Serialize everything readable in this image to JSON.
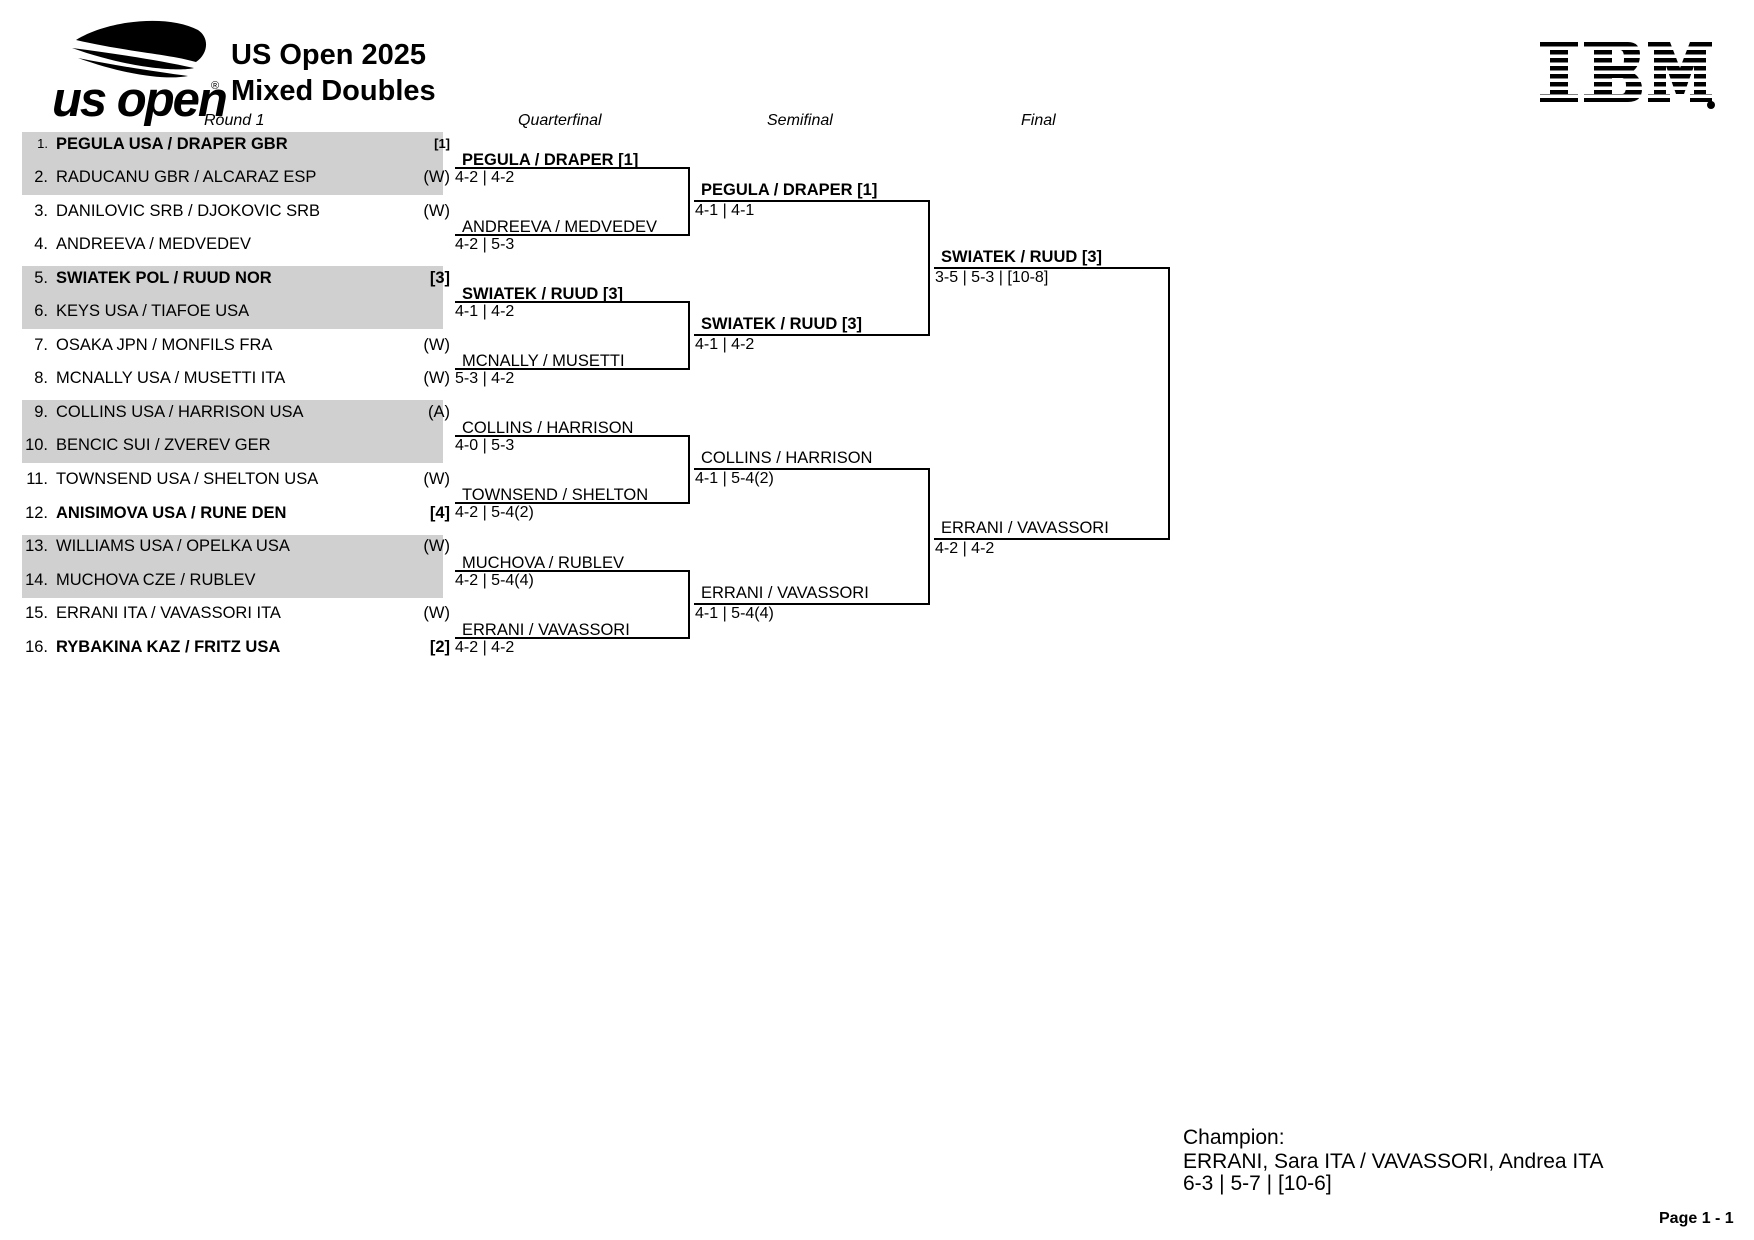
{
  "header": {
    "logo_text": "us open",
    "logo_reg": "®",
    "title_line1": "US Open 2025",
    "title_line2": "Mixed Doubles",
    "sponsor_logo": "IBM"
  },
  "rounds": [
    "Round 1",
    "Quarterfinal",
    "Semifinal",
    "Final"
  ],
  "draw": [
    {
      "num": "1.",
      "name": "PEGULA USA / DRAPER GBR",
      "tag": "[1]"
    },
    {
      "num": "2.",
      "name": "RADUCANU GBR / ALCARAZ ESP",
      "tag": "(W)"
    },
    {
      "num": "3.",
      "name": "DANILOVIC SRB / DJOKOVIC SRB",
      "tag": "(W)"
    },
    {
      "num": "4.",
      "name": "ANDREEVA / MEDVEDEV",
      "tag": ""
    },
    {
      "num": "5.",
      "name": "SWIATEK POL / RUUD NOR",
      "tag": "[3]"
    },
    {
      "num": "6.",
      "name": "KEYS USA / TIAFOE USA",
      "tag": ""
    },
    {
      "num": "7.",
      "name": "OSAKA JPN / MONFILS FRA",
      "tag": "(W)"
    },
    {
      "num": "8.",
      "name": "MCNALLY USA / MUSETTI ITA",
      "tag": "(W)"
    },
    {
      "num": "9.",
      "name": "COLLINS USA / HARRISON USA",
      "tag": "(A)"
    },
    {
      "num": "10.",
      "name": "BENCIC SUI / ZVEREV GER",
      "tag": ""
    },
    {
      "num": "11.",
      "name": "TOWNSEND USA / SHELTON USA",
      "tag": "(W)"
    },
    {
      "num": "12.",
      "name": "ANISIMOVA USA / RUNE DEN",
      "tag": "[4]"
    },
    {
      "num": "13.",
      "name": "WILLIAMS USA / OPELKA USA",
      "tag": "(W)"
    },
    {
      "num": "14.",
      "name": "MUCHOVA CZE / RUBLEV",
      "tag": ""
    },
    {
      "num": "15.",
      "name": "ERRANI ITA / VAVASSORI ITA",
      "tag": "(W)"
    },
    {
      "num": "16.",
      "name": "RYBAKINA KAZ / FRITZ USA",
      "tag": "[2]"
    }
  ],
  "quarterfinal": [
    {
      "name": "PEGULA / DRAPER [1]",
      "score": "4-2 | 4-2"
    },
    {
      "name": "ANDREEVA / MEDVEDEV",
      "score": "4-2 | 5-3"
    },
    {
      "name": "SWIATEK / RUUD [3]",
      "score": "4-1 | 4-2"
    },
    {
      "name": "MCNALLY / MUSETTI",
      "score": "5-3 | 4-2"
    },
    {
      "name": "COLLINS / HARRISON",
      "score": "4-0 | 5-3"
    },
    {
      "name": "TOWNSEND / SHELTON",
      "score": "4-2 | 5-4(2)"
    },
    {
      "name": "MUCHOVA / RUBLEV",
      "score": "4-2 | 5-4(4)"
    },
    {
      "name": "ERRANI / VAVASSORI",
      "score": "4-2 | 4-2"
    }
  ],
  "semifinal": [
    {
      "name": "PEGULA / DRAPER [1]",
      "score": "4-1 | 4-1"
    },
    {
      "name": "SWIATEK / RUUD [3]",
      "score": "4-1 | 4-2"
    },
    {
      "name": "COLLINS / HARRISON",
      "score": "4-1 | 5-4(2)"
    },
    {
      "name": "ERRANI / VAVASSORI",
      "score": "4-1 | 5-4(4)"
    }
  ],
  "final": [
    {
      "name": "SWIATEK / RUUD [3]",
      "score": "3-5 | 5-3 | [10-8]"
    },
    {
      "name": "ERRANI / VAVASSORI",
      "score": "4-2 | 4-2"
    }
  ],
  "champion": {
    "label": "Champion:",
    "names": "ERRANI, Sara ITA / VAVASSORI, Andrea ITA",
    "score": "6-3 | 5-7 | [10-6]"
  },
  "footer": {
    "page": "Page 1 - 1"
  }
}
